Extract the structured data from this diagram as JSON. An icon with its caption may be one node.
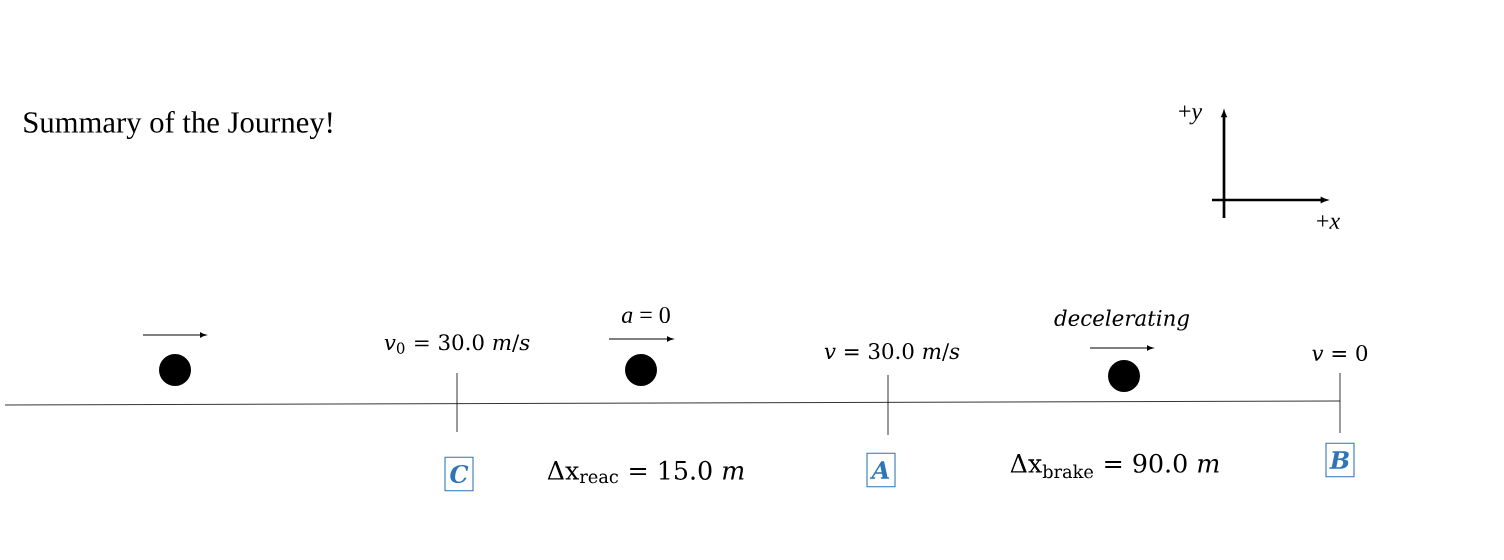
{
  "diagram": {
    "title": "Summary of the Journey!",
    "nodes": [
      {
        "text": [
          "C"
        ]
      },
      {
        "text": [
          "A"
        ]
      },
      {
        "text": [
          "B"
        ]
      },
      {
        "text": [],
        "shape": "circle"
      },
      {
        "text": [],
        "shape": "circle"
      },
      {
        "text": [],
        "shape": "circle"
      }
    ],
    "labels": [
      "+*y*",
      "+*x*",
      "*a* = 0",
      "*decelerating*",
      "*v*$_{0}$ = 30.0 *m*/*s*",
      "*v* = 30.0 *m*/*s*",
      "*v* = 0",
      "Δx$_{reac}$ = 15.0 *m*",
      "Δx$_{brake}$ =  90.0 *m*"
    ]
  }
}
